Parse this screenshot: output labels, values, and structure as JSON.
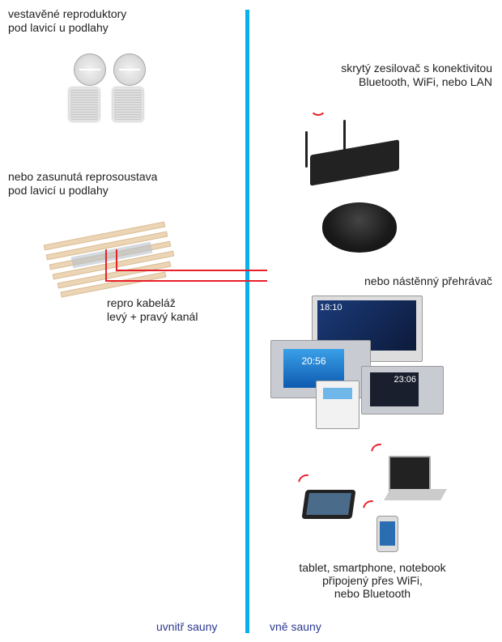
{
  "left": {
    "builtin_speakers_label": [
      "vestavěné reproduktory",
      "pod lavicí u podlahy"
    ],
    "bench_speaker_label": [
      "nebo zasunutá reprosoustava",
      "pod lavicí u podlahy"
    ],
    "cabling_label": [
      "repro kabeláž",
      "levý + pravý kanál"
    ],
    "zone_label": "uvnitř sauny"
  },
  "right": {
    "amplifier_label": [
      "skrytý zesilovač s konektivitou",
      "Bluetooth, WiFi, nebo LAN"
    ],
    "wall_player_label": "nebo nástěnný přehrávač",
    "wall_player_times": [
      "18:10",
      "20:56",
      "23:06"
    ],
    "mobile_label": [
      "tablet, smartphone, notebook",
      "připojený přes WiFi,",
      "nebo Bluetooth"
    ],
    "zone_label": "vně sauny"
  },
  "colors": {
    "divider": "#0ab0ec",
    "wire": "#e8202a",
    "zone_text": "#2b3990"
  }
}
